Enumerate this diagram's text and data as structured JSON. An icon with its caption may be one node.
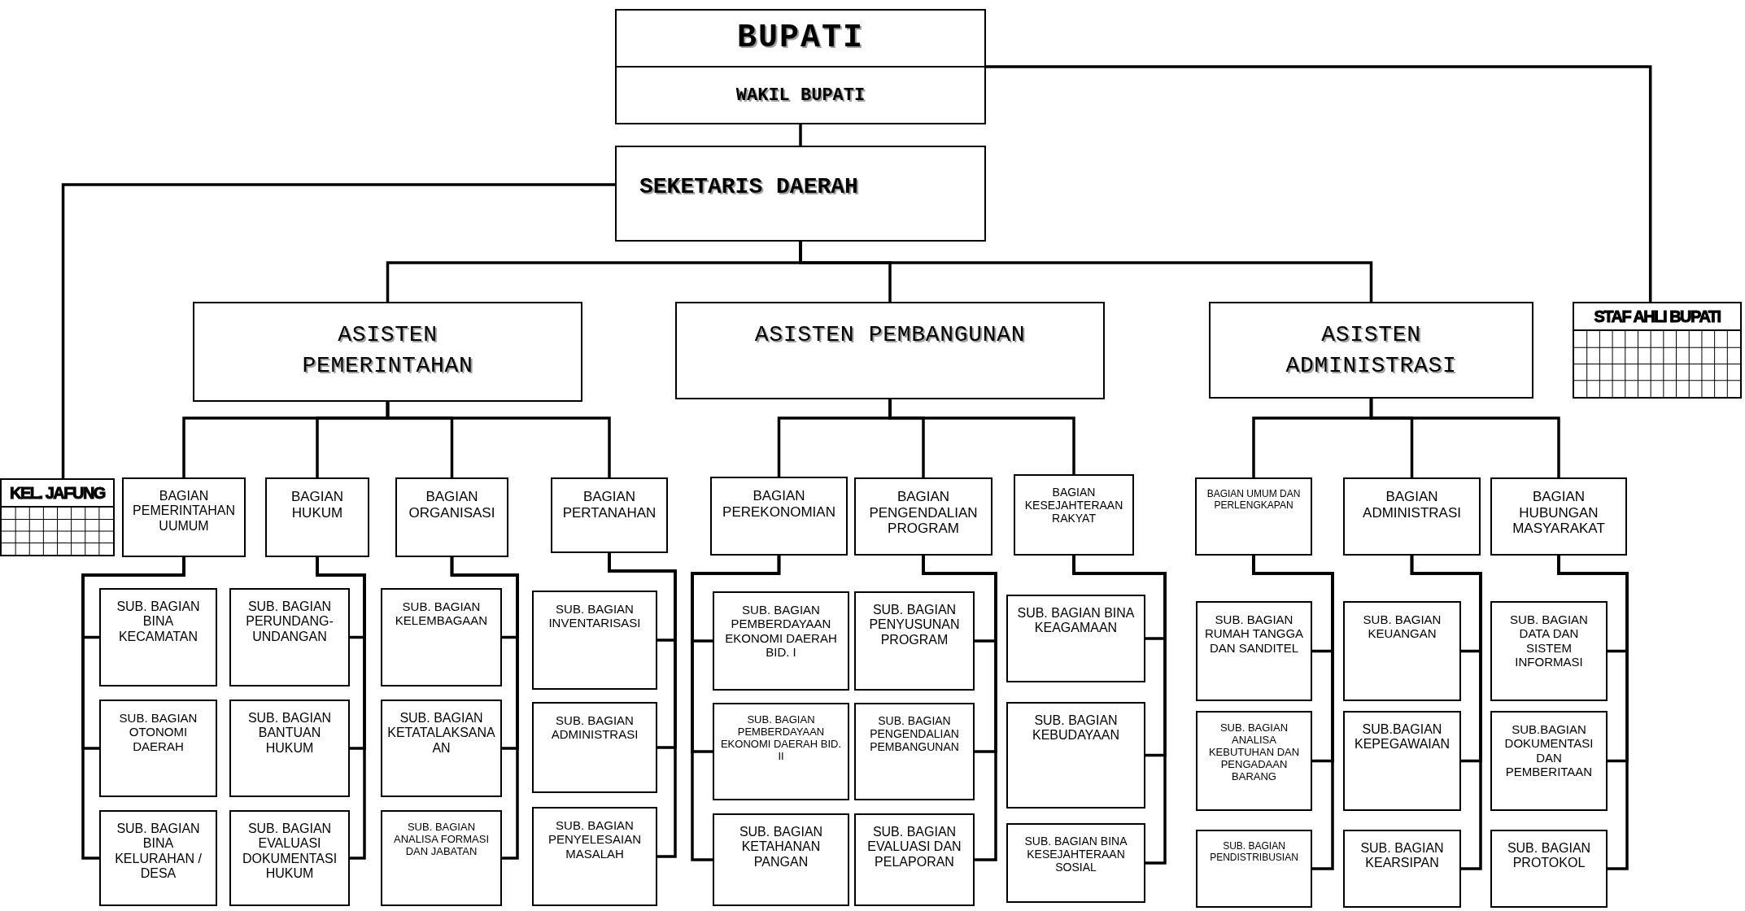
{
  "diagram": {
    "nodes": [
      {
        "text": [
          "BUPATI",
          "WAKIL BUPATI"
        ]
      },
      {
        "text": [
          "SEKETARIS DAERAH"
        ]
      },
      {
        "text": [
          "STAF AHLI BUPATI"
        ]
      },
      {
        "text": [
          "KEL. JAFUNG"
        ]
      },
      {
        "text": [
          "ASISTEN PEMERINTAHAN"
        ]
      },
      {
        "text": [
          "ASISTEN PEMBANGUNAN"
        ]
      },
      {
        "text": [
          "ASISTEN ADMINISTRASI"
        ]
      },
      {
        "text": [
          "BAGIAN PEMERINTAHAN UUMUM"
        ]
      },
      {
        "text": [
          "BAGIAN HUKUM"
        ]
      },
      {
        "text": [
          "BAGIAN ORGANISASI"
        ]
      },
      {
        "text": [
          "BAGIAN PERTANAHAN"
        ]
      },
      {
        "text": [
          "BAGIAN PEREKONOMIAN"
        ]
      },
      {
        "text": [
          "BAGIAN PENGENDALIAN PROGRAM"
        ]
      },
      {
        "text": [
          "BAGIAN KESEJAHTERAAN RAKYAT"
        ]
      },
      {
        "text": [
          "BAGIAN UMUM DAN PERLENGKAPAN"
        ]
      },
      {
        "text": [
          "BAGIAN ADMINISTRASI"
        ]
      },
      {
        "text": [
          "BAGIAN HUBUNGAN MASYARAKAT"
        ]
      },
      {
        "text": [
          "SUB. BAGIAN BINA KECAMATAN"
        ]
      },
      {
        "text": [
          "SUB. BAGIAN OTONOMI DAERAH"
        ]
      },
      {
        "text": [
          "SUB. BAGIAN BINA KELURAHAN / DESA"
        ]
      },
      {
        "text": [
          "SUB. BAGIAN PERUNDANG-UNDANGAN"
        ]
      },
      {
        "text": [
          "SUB. BAGIAN BANTUAN HUKUM"
        ]
      },
      {
        "text": [
          "SUB. BAGIAN EVALUASI DOKUMENTASI HUKUM"
        ]
      },
      {
        "text": [
          "SUB. BAGIAN KELEMBAGAAN"
        ]
      },
      {
        "text": [
          "SUB. BAGIAN KETATALAKSANAAN"
        ]
      },
      {
        "text": [
          "SUB. BAGIAN ANALISA FORMASI DAN JABATAN"
        ]
      },
      {
        "text": [
          "SUB. BAGIAN INVENTARISASI"
        ]
      },
      {
        "text": [
          "SUB. BAGIAN ADMINISTRASI"
        ]
      },
      {
        "text": [
          "SUB. BAGIAN PENYELESAIAN MASALAH"
        ]
      },
      {
        "text": [
          "SUB. BAGIAN PEMBERDAYAAN EKONOMI DAERAH BID. I"
        ]
      },
      {
        "text": [
          "SUB. BAGIAN PEMBERDAYAAN EKONOMI DAERAH BID. II"
        ]
      },
      {
        "text": [
          "SUB. BAGIAN KETAHANAN PANGAN"
        ]
      },
      {
        "text": [
          "SUB. BAGIAN PENYUSUNAN PROGRAM"
        ]
      },
      {
        "text": [
          "SUB. BAGIAN PENGENDALIAN PEMBANGUNAN"
        ]
      },
      {
        "text": [
          "SUB. BAGIAN EVALUASI DAN PELAPORAN"
        ]
      },
      {
        "text": [
          "SUB. BAGIAN BINA KEAGAMAAN"
        ]
      },
      {
        "text": [
          "SUB. BAGIAN KEBUDAYAAN"
        ]
      },
      {
        "text": [
          "SUB. BAGIAN BINA KESEJAHTERAAN SOSIAL"
        ]
      },
      {
        "text": [
          "SUB. BAGIAN RUMAH TANGGA DAN SANDITEL"
        ]
      },
      {
        "text": [
          "SUB. BAGIAN ANALISA KEBUTUHAN DAN PENGADAAN BARANG"
        ]
      },
      {
        "text": [
          "SUB. BAGIAN PENDISTRIBUSIAN"
        ]
      },
      {
        "text": [
          "SUB. BAGIAN KEUANGAN"
        ]
      },
      {
        "text": [
          "SUB.BAGIAN KEPEGAWAIAN"
        ]
      },
      {
        "text": [
          "SUB. BAGIAN KEARSIPAN"
        ]
      },
      {
        "text": [
          "SUB. BAGIAN DATA DAN SISTEM INFORMASI"
        ]
      },
      {
        "text": [
          "SUB.BAGIAN DOKUMENTASI DAN PEMBERITAAN"
        ]
      },
      {
        "text": [
          "SUB. BAGIAN PROTOKOL"
        ]
      }
    ],
    "edges": [
      {
        "from": 0,
        "to": 1,
        "arrow": "none"
      },
      {
        "from": 0,
        "to": 2,
        "arrow": "none"
      },
      {
        "from": 1,
        "to": 3,
        "arrow": "none"
      },
      {
        "from": 1,
        "to": 4,
        "arrow": "none"
      },
      {
        "from": 1,
        "to": 5,
        "arrow": "none"
      },
      {
        "from": 1,
        "to": 6,
        "arrow": "none"
      },
      {
        "from": 4,
        "to": 7,
        "arrow": "none"
      },
      {
        "from": 4,
        "to": 8,
        "arrow": "none"
      },
      {
        "from": 4,
        "to": 9,
        "arrow": "none"
      },
      {
        "from": 4,
        "to": 10,
        "arrow": "none"
      },
      {
        "from": 5,
        "to": 11,
        "arrow": "none"
      },
      {
        "from": 5,
        "to": 12,
        "arrow": "none"
      },
      {
        "from": 5,
        "to": 13,
        "arrow": "none"
      },
      {
        "from": 6,
        "to": 14,
        "arrow": "none"
      },
      {
        "from": 6,
        "to": 15,
        "arrow": "none"
      },
      {
        "from": 6,
        "to": 16,
        "arrow": "none"
      },
      {
        "from": 7,
        "to": 17,
        "arrow": "none"
      },
      {
        "from": 7,
        "to": 18,
        "arrow": "none"
      },
      {
        "from": 7,
        "to": 19,
        "arrow": "none"
      },
      {
        "from": 8,
        "to": 20,
        "arrow": "none"
      },
      {
        "from": 8,
        "to": 21,
        "arrow": "none"
      },
      {
        "from": 8,
        "to": 22,
        "arrow": "none"
      },
      {
        "from": 9,
        "to": 23,
        "arrow": "none"
      },
      {
        "from": 9,
        "to": 24,
        "arrow": "none"
      },
      {
        "from": 9,
        "to": 25,
        "arrow": "none"
      },
      {
        "from": 10,
        "to": 26,
        "arrow": "none"
      },
      {
        "from": 10,
        "to": 27,
        "arrow": "none"
      },
      {
        "from": 10,
        "to": 28,
        "arrow": "none"
      },
      {
        "from": 11,
        "to": 29,
        "arrow": "none"
      },
      {
        "from": 11,
        "to": 30,
        "arrow": "none"
      },
      {
        "from": 11,
        "to": 31,
        "arrow": "none"
      },
      {
        "from": 12,
        "to": 32,
        "arrow": "none"
      },
      {
        "from": 12,
        "to": 33,
        "arrow": "none"
      },
      {
        "from": 12,
        "to": 34,
        "arrow": "none"
      },
      {
        "from": 13,
        "to": 35,
        "arrow": "none"
      },
      {
        "from": 13,
        "to": 36,
        "arrow": "none"
      },
      {
        "from": 13,
        "to": 37,
        "arrow": "none"
      },
      {
        "from": 14,
        "to": 38,
        "arrow": "none"
      },
      {
        "from": 14,
        "to": 39,
        "arrow": "none"
      },
      {
        "from": 14,
        "to": 40,
        "arrow": "none"
      },
      {
        "from": 15,
        "to": 41,
        "arrow": "none"
      },
      {
        "from": 15,
        "to": 42,
        "arrow": "none"
      },
      {
        "from": 15,
        "to": 43,
        "arrow": "none"
      },
      {
        "from": 16,
        "to": 44,
        "arrow": "none"
      },
      {
        "from": 16,
        "to": 45,
        "arrow": "none"
      },
      {
        "from": 16,
        "to": 46,
        "arrow": "none"
      }
    ]
  }
}
